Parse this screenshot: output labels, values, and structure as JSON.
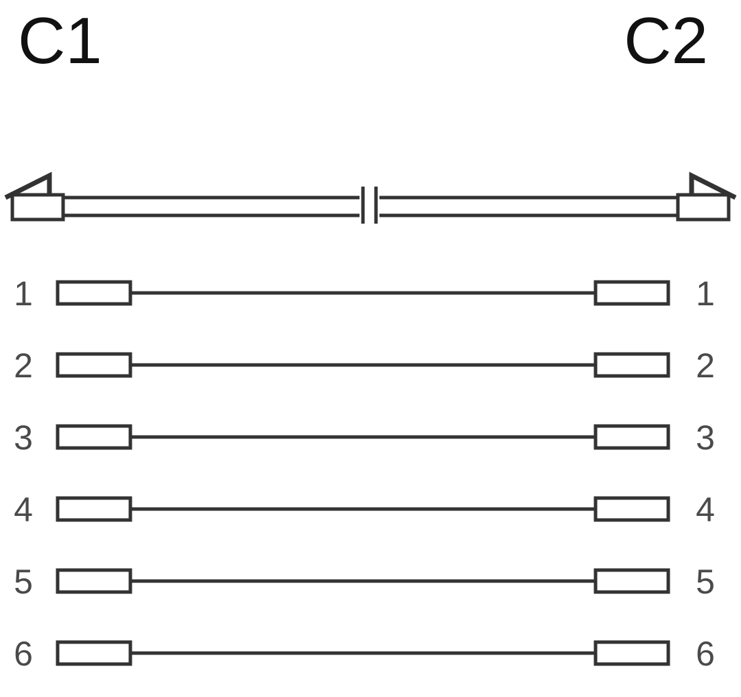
{
  "diagram": {
    "connectors": {
      "left": {
        "label": "C1"
      },
      "right": {
        "label": "C2"
      }
    },
    "pins": [
      {
        "left": "1",
        "right": "1"
      },
      {
        "left": "2",
        "right": "2"
      },
      {
        "left": "3",
        "right": "3"
      },
      {
        "left": "4",
        "right": "4"
      },
      {
        "left": "5",
        "right": "5"
      },
      {
        "left": "6",
        "right": "6"
      }
    ],
    "colors": {
      "line": "#333333",
      "label": "#111111",
      "pin_label": "#4a4a4a",
      "background": "#ffffff"
    }
  }
}
